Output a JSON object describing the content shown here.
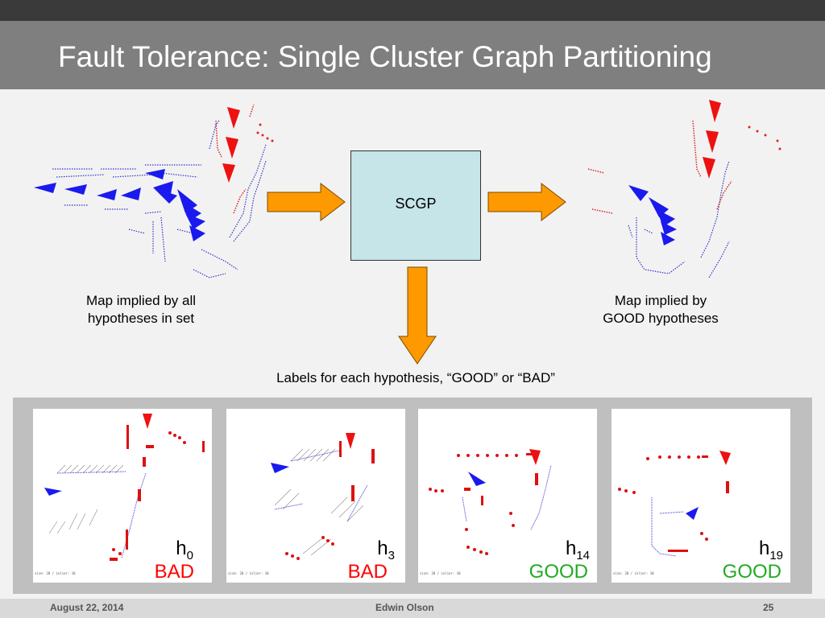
{
  "slide": {
    "title": "Fault Tolerance: Single Cluster Graph Partitioning"
  },
  "diagram": {
    "left_caption_line1": "Map implied by all",
    "left_caption_line2": "hypotheses in set",
    "process_label": "SCGP",
    "right_caption_line1": "Map implied by",
    "right_caption_line2": "GOOD  hypotheses",
    "output_label": "Labels for each hypothesis, “GOOD” or “BAD”"
  },
  "hypotheses": [
    {
      "name": "h",
      "index": "0",
      "verdict": "BAD",
      "color": "#ff0000"
    },
    {
      "name": "h",
      "index": "3",
      "verdict": "BAD",
      "color": "#ff0000"
    },
    {
      "name": "h",
      "index": "14",
      "verdict": "GOOD",
      "color": "#22aa22"
    },
    {
      "name": "h",
      "index": "19",
      "verdict": "GOOD",
      "color": "#22aa22"
    }
  ],
  "footer": {
    "date": "August 22, 2014",
    "author": "Edwin Olson",
    "page": "25"
  },
  "colors": {
    "arrow_fill": "#ff9900",
    "box_fill": "#c5e5e8",
    "map_blue": "#2020dd",
    "map_red": "#ee1111"
  }
}
